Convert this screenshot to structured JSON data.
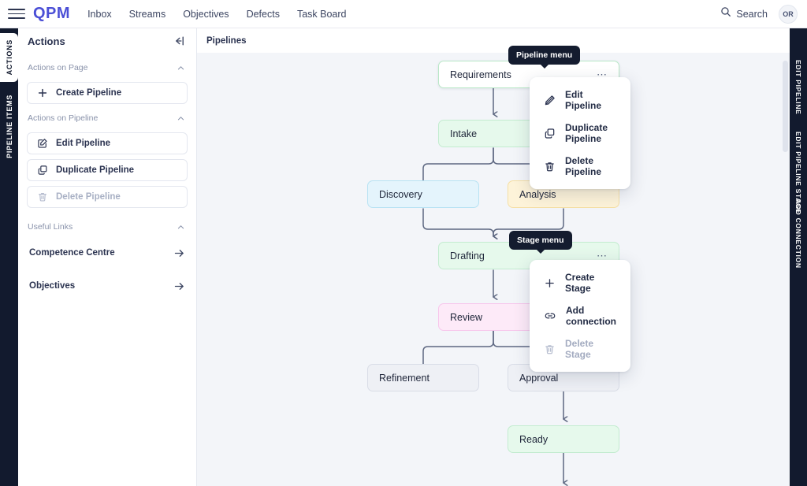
{
  "topnav": {
    "menu_icon": "hamburger-icon",
    "brand": "QPM",
    "links": [
      {
        "label": "Inbox"
      },
      {
        "label": "Streams"
      },
      {
        "label": "Objectives"
      },
      {
        "label": "Defects"
      },
      {
        "label": "Task Board"
      }
    ],
    "search_label": "Search",
    "search_icon": "search-icon",
    "avatar_initials": "OR"
  },
  "left_strip": {
    "tabs": [
      {
        "label": "ACTIONS",
        "active": true
      },
      {
        "label": "PIPELINE ITEMS",
        "active": false
      }
    ]
  },
  "right_strip": {
    "tabs": [
      {
        "label": "EDIT PIPELINE"
      },
      {
        "label": "EDIT PIPELINE STAGE"
      },
      {
        "label": "ADD CONNECTION"
      }
    ]
  },
  "panel": {
    "title": "Actions",
    "collapse_icon": "collapse-panel-icon",
    "sections": [
      {
        "title": "Actions on Page",
        "chevron": "chevron-up-icon",
        "buttons": [
          {
            "label": "Create Pipeline",
            "icon": "plus-icon",
            "disabled": false
          }
        ]
      },
      {
        "title": "Actions on Pipeline",
        "chevron": "chevron-up-icon",
        "buttons": [
          {
            "label": "Edit Pipeline",
            "icon": "pencil-square-icon",
            "disabled": false
          },
          {
            "label": "Duplicate Pipeline",
            "icon": "copy-icon",
            "disabled": false
          },
          {
            "label": "Delete Pipeline",
            "icon": "trash-icon",
            "disabled": true
          }
        ]
      },
      {
        "title": "Useful Links",
        "chevron": "chevron-up-icon",
        "links": [
          {
            "label": "Competence Centre",
            "icon": "arrow-right-icon"
          },
          {
            "label": "Objectives",
            "icon": "arrow-right-icon"
          }
        ]
      }
    ]
  },
  "canvas": {
    "title": "Pipelines",
    "background": "#f3f5f9",
    "nodes": [
      {
        "id": "requirements",
        "label": "Requirements",
        "style": "white-green-accent",
        "color": "#ffffff",
        "border": "#b9e8c7",
        "has_menu": true
      },
      {
        "id": "intake",
        "label": "Intake",
        "style": "green",
        "color": "#e6f9ec",
        "border": "#c3ecd0",
        "has_menu": false
      },
      {
        "id": "discovery",
        "label": "Discovery",
        "style": "blue",
        "color": "#e4f4fc",
        "border": "#b7e2f3",
        "has_menu": false
      },
      {
        "id": "analysis",
        "label": "Analysis",
        "style": "amber",
        "color": "#fdf3d9",
        "border": "#f6dfa4",
        "has_menu": false
      },
      {
        "id": "drafting",
        "label": "Drafting",
        "style": "green",
        "color": "#e6f9ec",
        "border": "#c3ecd0",
        "has_menu": true
      },
      {
        "id": "review",
        "label": "Review",
        "style": "pink",
        "color": "#fdeaf8",
        "border": "#f7c6ec",
        "has_menu": false
      },
      {
        "id": "refinement",
        "label": "Refinement",
        "style": "grey",
        "color": "#eef0f5",
        "border": "#d9dde7",
        "has_menu": false
      },
      {
        "id": "approval",
        "label": "Approval",
        "style": "grey",
        "color": "#eef0f5",
        "border": "#d9dde7",
        "has_menu": false
      },
      {
        "id": "ready",
        "label": "Ready",
        "style": "green",
        "color": "#e6f9ec",
        "border": "#c3ecd0",
        "has_menu": false
      }
    ],
    "edges": [
      {
        "from": "requirements",
        "to": "intake"
      },
      {
        "from": "intake",
        "to": "discovery"
      },
      {
        "from": "intake",
        "to": "analysis"
      },
      {
        "from": "discovery",
        "to": "drafting"
      },
      {
        "from": "analysis",
        "to": "drafting"
      },
      {
        "from": "drafting",
        "to": "review"
      },
      {
        "from": "review",
        "to": "refinement"
      },
      {
        "from": "review",
        "to": "approval"
      },
      {
        "from": "approval",
        "to": "ready"
      },
      {
        "from": "ready",
        "to": "(offscreen)"
      }
    ],
    "node_menu_icon": "ellipsis-icon",
    "edge_color": "#5d6781"
  },
  "pipeline_menu": {
    "tooltip": "Pipeline menu",
    "items": [
      {
        "label": "Edit Pipeline",
        "icon": "pencil-icon",
        "disabled": false
      },
      {
        "label": "Duplicate Pipeline",
        "icon": "copy-icon",
        "disabled": false
      },
      {
        "label": "Delete Pipeline",
        "icon": "trash-icon",
        "disabled": false
      }
    ]
  },
  "stage_menu": {
    "tooltip": "Stage menu",
    "items": [
      {
        "label": "Create Stage",
        "icon": "plus-icon",
        "disabled": false
      },
      {
        "label": "Add connection",
        "icon": "link-icon",
        "disabled": false
      },
      {
        "label": "Delete Stage",
        "icon": "trash-icon",
        "disabled": true
      }
    ]
  }
}
